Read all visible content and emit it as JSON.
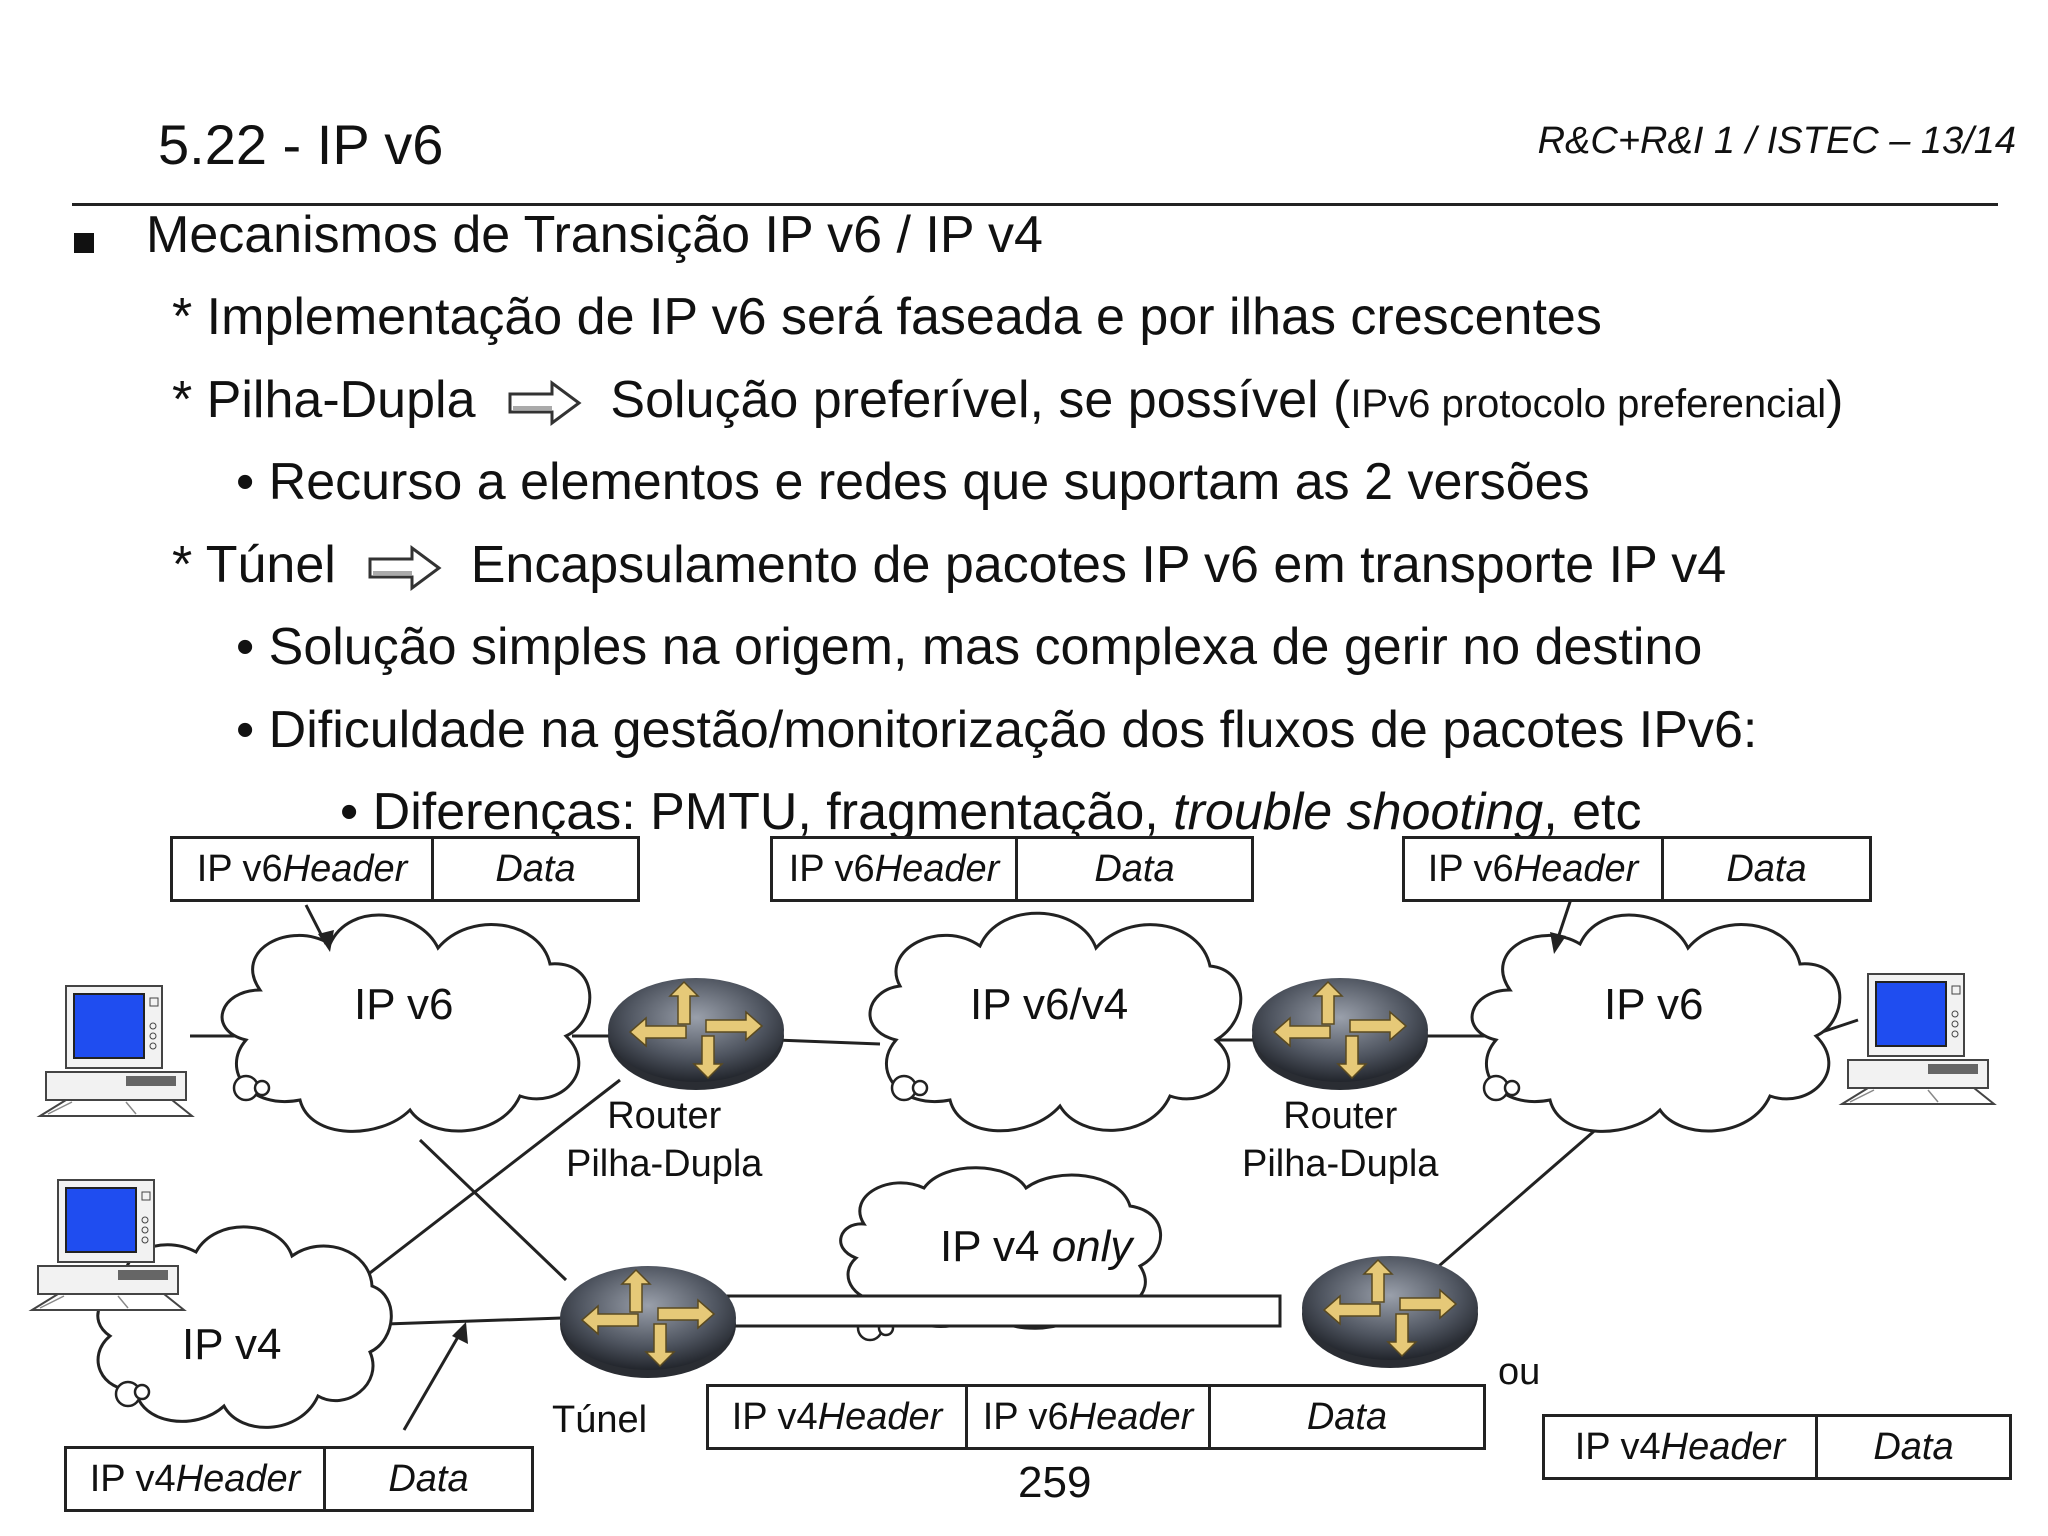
{
  "slide": {
    "title": "5.22 - IP v6",
    "course": "R&C+R&I 1 / ISTEC – 13/14",
    "page_number": "259"
  },
  "bullets": {
    "main": "Mecanismos de Transição IP v6 / IP v4",
    "l1_a": "* Implementação de IP v6 será faseada e por ilhas crescentes",
    "l1_b_prefix": "* Pilha-Dupla",
    "l1_b_text": "Solução preferível, se possível (",
    "l1_b_small": "IPv6 protocolo preferencial",
    "l1_b_close": ")",
    "l2_a": "• Recurso a elementos e redes que suportam as 2 versões",
    "l1_c_prefix": "* Túnel",
    "l1_c_text": "Encapsulamento de pacotes IP v6 em transporte IP v4",
    "l2_b": "• Solução simples na origem, mas complexa de gerir no destino",
    "l2_c": "• Dificuldade na gestão/monitorização dos fluxos de pacotes IPv6:",
    "l3_a_prefix": "• Diferenças: PMTU, fragmentação, ",
    "l3_a_italic": "trouble shooting",
    "l3_a_suffix": ", etc"
  },
  "diagram": {
    "clouds": {
      "left_v6": "IP v6",
      "mid_v6v4": "IP v6/v4",
      "right_v6": "IP v6",
      "left_v4": "IP v4",
      "v4only_prefix": "IP v4 ",
      "v4only_italic": "only"
    },
    "routers": {
      "dual_stack_1_line1": "Router",
      "dual_stack_1_line2": "Pilha-Dupla",
      "dual_stack_2_line1": "Router",
      "dual_stack_2_line2": "Pilha-Dupla",
      "tunnel": "Túnel"
    },
    "or_label": "ou",
    "packets": {
      "v6_header_prefix": "IP v6 ",
      "v4_header_prefix": "IP v4 ",
      "header_italic": "Header",
      "data_label": "Data"
    }
  }
}
